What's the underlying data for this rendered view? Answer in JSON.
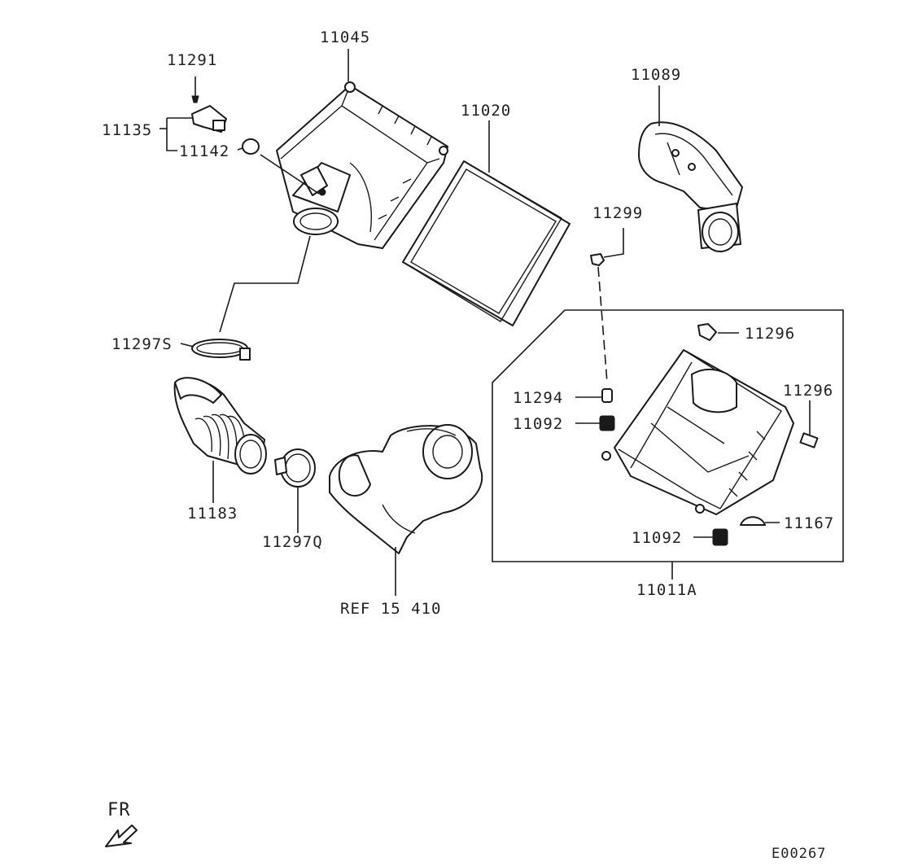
{
  "labels": {
    "p11045": "11045",
    "p11291": "11291",
    "p11135": "11135",
    "p11142": "11142",
    "p11020": "11020",
    "p11089": "11089",
    "p11299": "11299",
    "p11296_top": "11296",
    "p11296_side": "11296",
    "p11294": "11294",
    "p11092_a": "11092",
    "p11092_b": "11092",
    "p11167": "11167",
    "p11011A": "11011A",
    "p11297S": "11297S",
    "p11183": "11183",
    "p11297Q": "11297Q",
    "ref": "REF 15 410",
    "fr": "FR",
    "figure_code": "E00267"
  }
}
